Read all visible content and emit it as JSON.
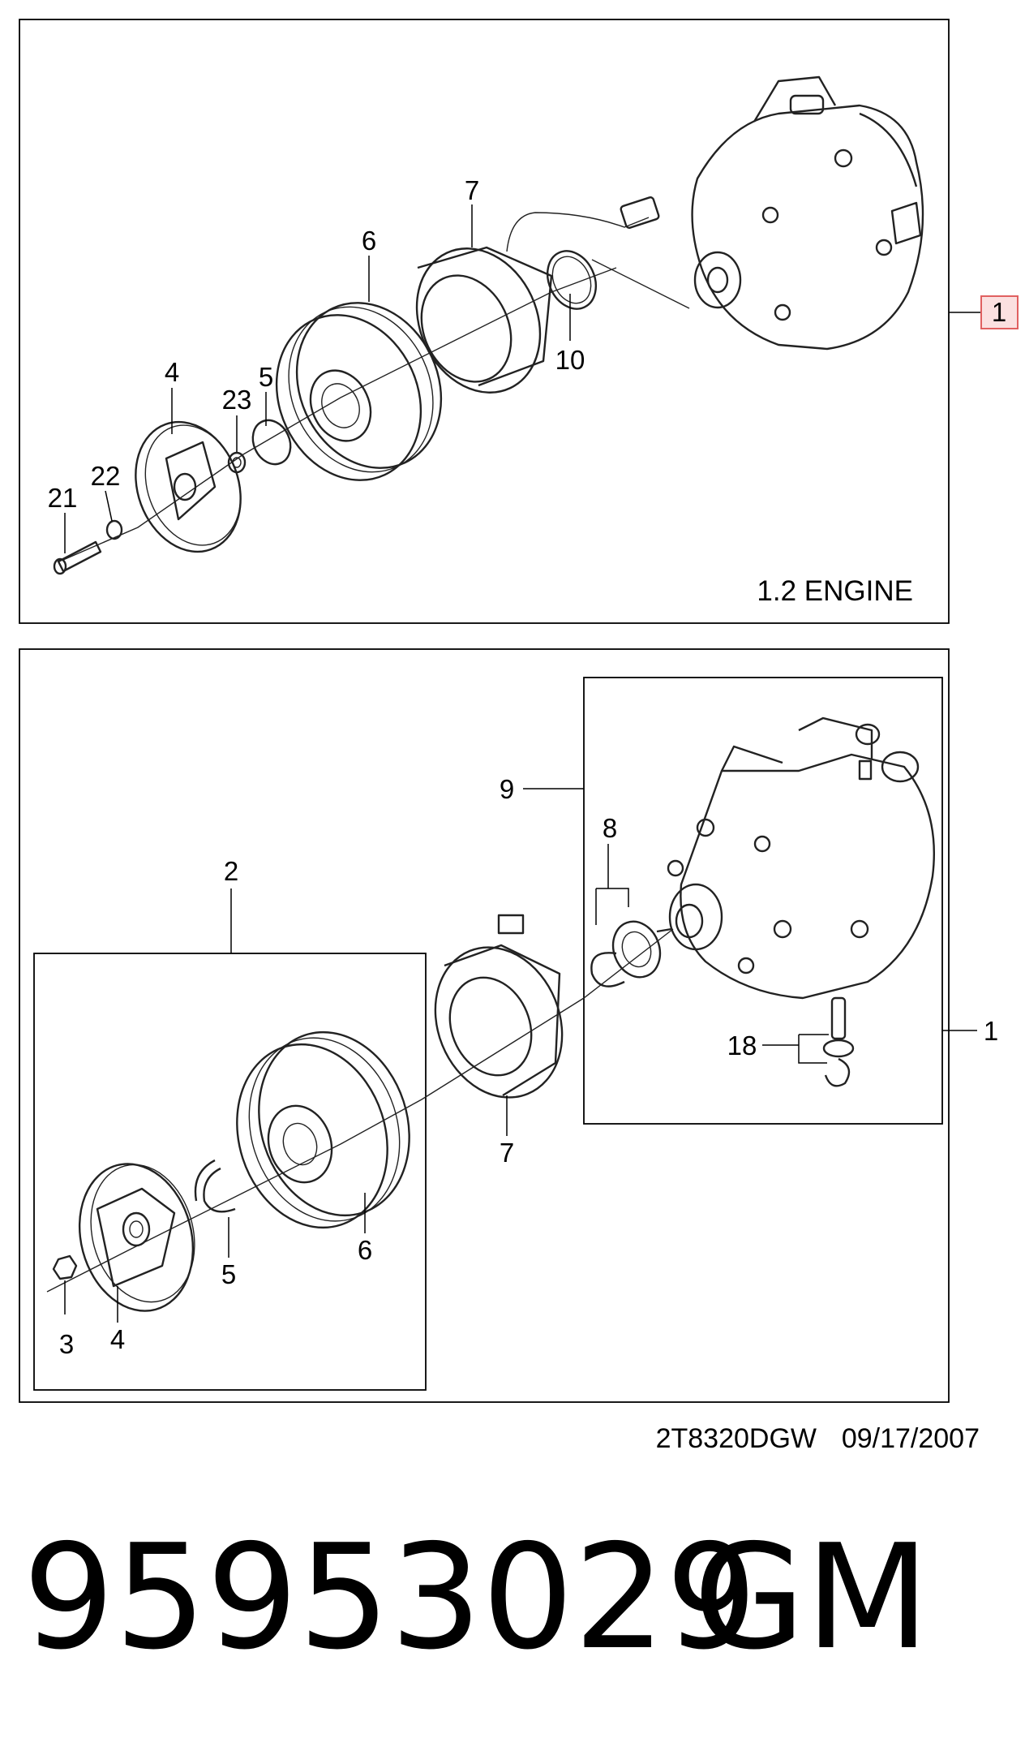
{
  "top_panel": {
    "caption": "1.2 ENGINE",
    "callouts": {
      "compressor": "1",
      "hub_plate": "4",
      "snap_ring": "5",
      "pulley": "6",
      "field_coil": "7",
      "coil_ring": "10",
      "bolt": "21",
      "washer": "22",
      "shim": "23"
    },
    "highlight_color": "#e06060"
  },
  "bottom_panel": {
    "callouts": {
      "compressor_assembly": "1",
      "clutch_kit": "2",
      "nut": "3",
      "hub_plate": "4",
      "snap_ring": "5",
      "pulley": "6",
      "field_coil": "7",
      "shaft_seal": "8",
      "compressor_body": "9",
      "relief_valve": "18"
    }
  },
  "footer": {
    "diagram_code": "2T8320DGW",
    "date": "09/17/2007"
  },
  "part_number": "95953029",
  "brand": "GM"
}
